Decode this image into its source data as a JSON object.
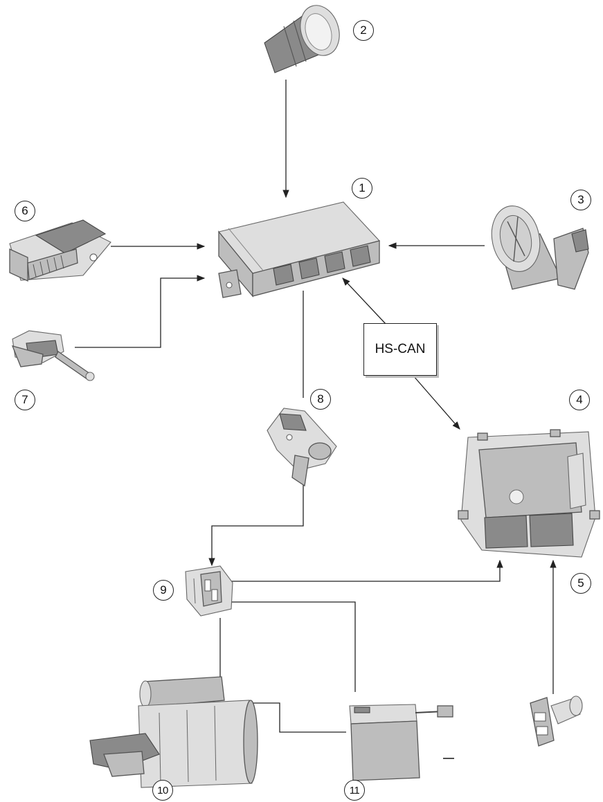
{
  "callouts": {
    "c1": "1",
    "c2": "2",
    "c3": "3",
    "c4": "4",
    "c5": "5",
    "c6": "6",
    "c7": "7",
    "c8": "8",
    "c9": "9",
    "c10": "10",
    "c11": "11"
  },
  "bus_label": "HS-CAN"
}
